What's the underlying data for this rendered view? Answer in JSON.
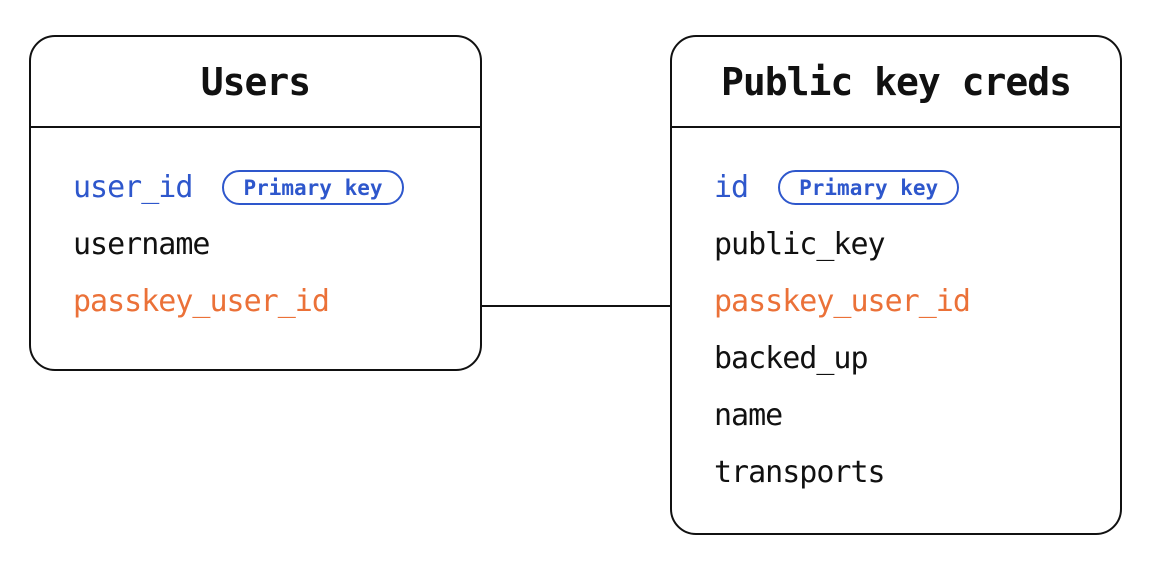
{
  "diagram": {
    "colors": {
      "background": "#ffffff",
      "line": "#111111",
      "blue": "#2e57cc",
      "orange": "#eb7138",
      "text": "#111111"
    },
    "tables": [
      {
        "title": "Users",
        "fields": [
          {
            "name": "user_id",
            "color": "blue",
            "badge": "Primary key"
          },
          {
            "name": "username",
            "color": "black"
          },
          {
            "name": "passkey_user_id",
            "color": "orange"
          }
        ]
      },
      {
        "title": "Public key creds",
        "fields": [
          {
            "name": "id",
            "color": "blue",
            "badge": "Primary key"
          },
          {
            "name": "public_key",
            "color": "black"
          },
          {
            "name": "passkey_user_id",
            "color": "orange"
          },
          {
            "name": "backed_up",
            "color": "black"
          },
          {
            "name": "name",
            "color": "black"
          },
          {
            "name": "transports",
            "color": "black"
          }
        ]
      }
    ],
    "connector": {
      "style": "straight-horizontal-line",
      "from": "Users.passkey_user_id",
      "to": "Public key creds.passkey_user_id"
    }
  }
}
